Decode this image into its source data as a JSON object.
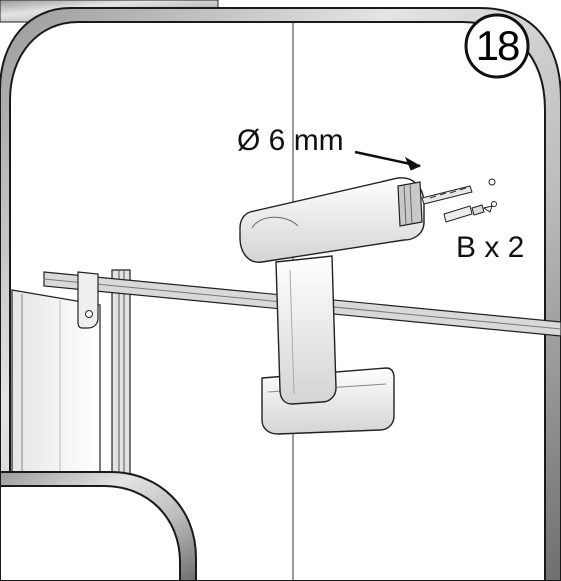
{
  "step": {
    "number": "18"
  },
  "annotations": {
    "drill_bit": "Ø 6 mm",
    "fixings": "B x 2"
  },
  "colors": {
    "outline": "#111111",
    "frame_fill": "#d6d6d6",
    "panel_fill": "#ffffff",
    "drill_fill": "#f2f2f2",
    "drill_shade": "#c9c9c9",
    "frame_shadow": "#888888"
  }
}
